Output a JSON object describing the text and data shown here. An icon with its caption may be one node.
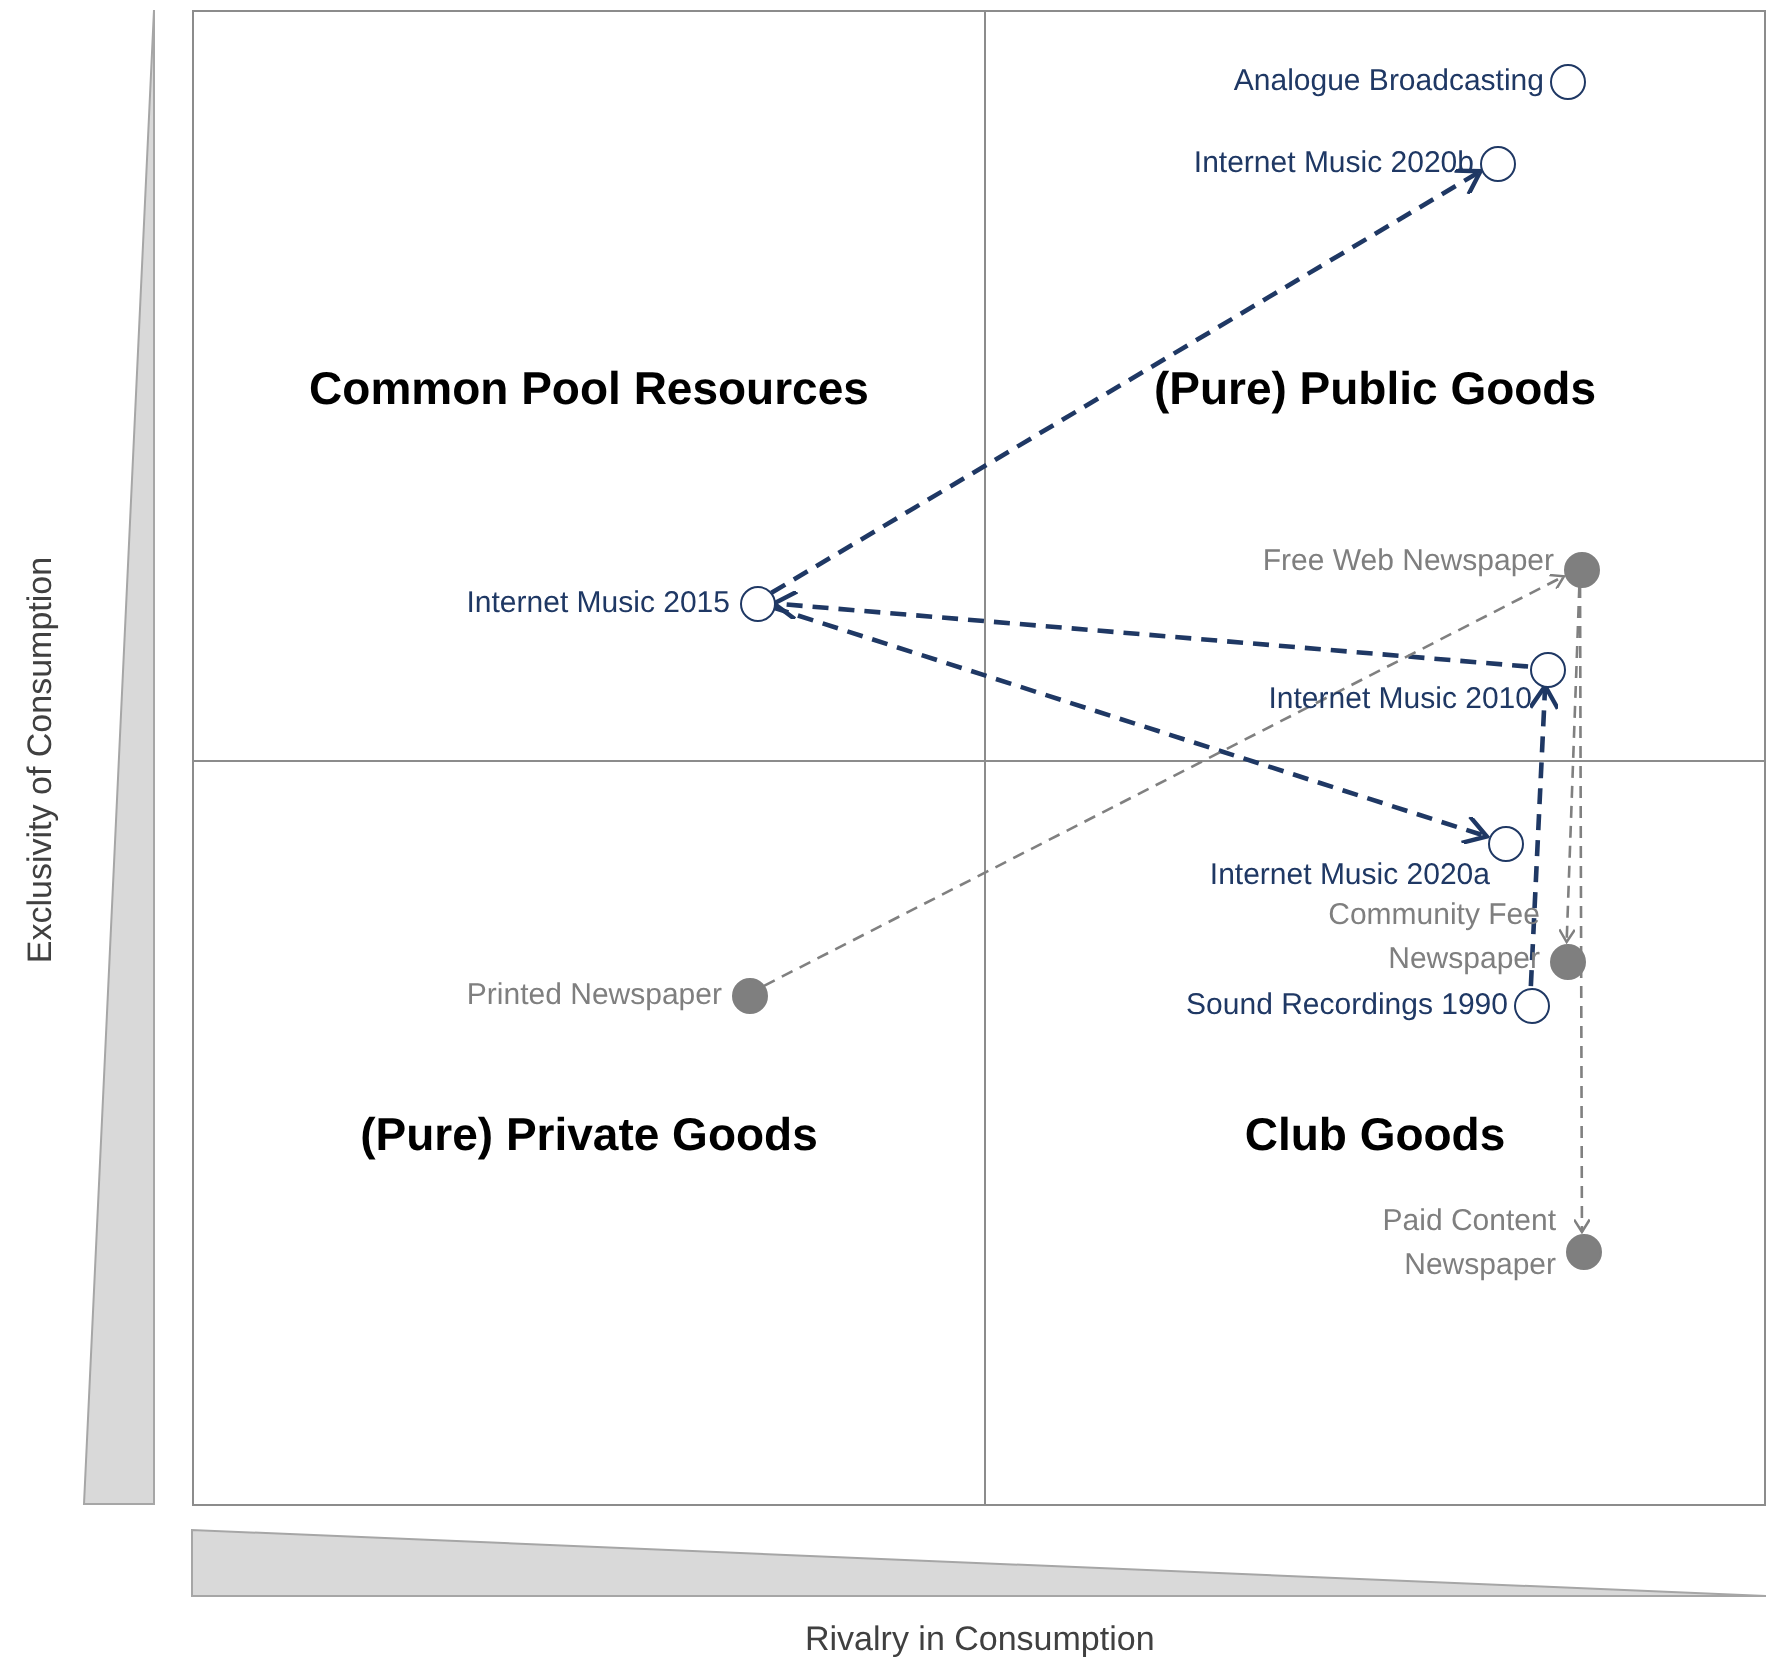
{
  "diagram": {
    "nodes": [
      {
        "text": [
          "Common Pool Resources"
        ]
      },
      {
        "text": [
          "(Pure) Public Goods"
        ]
      },
      {
        "text": [
          "(Pure) Private Goods"
        ]
      },
      {
        "text": [
          "Club Goods"
        ]
      },
      {
        "text": [],
        "shape": "circle",
        "beside": [
          "Analogue Broadcasting"
        ],
        "in": 1
      },
      {
        "text": [],
        "shape": "circle",
        "beside": [
          "Internet Music 2020b"
        ],
        "in": 1
      },
      {
        "text": [],
        "shape": "circle",
        "beside": [
          "Free Web Newspaper"
        ],
        "in": 1
      },
      {
        "text": [],
        "shape": "circle",
        "beside": [
          "Internet Music 2015"
        ],
        "in": 0
      },
      {
        "text": [],
        "shape": "circle",
        "beside": [
          "Internet Music 2010"
        ],
        "in": 1
      },
      {
        "text": [],
        "shape": "circle",
        "beside": [
          "Internet Music 2020a"
        ],
        "in": 3
      },
      {
        "text": [],
        "shape": "circle",
        "beside": [
          "Printed Newspaper"
        ],
        "in": 2
      },
      {
        "text": [],
        "shape": "circle",
        "beside": [
          "Community Fee Newspaper"
        ],
        "in": 3
      },
      {
        "text": [],
        "shape": "circle",
        "beside": [
          "Sound Recordings 1990"
        ],
        "in": 3
      },
      {
        "text": [],
        "shape": "circle",
        "beside": [
          "Paid Content Newspaper"
        ],
        "in": 3
      }
    ],
    "edges": [
      {
        "from": 12,
        "to": 8,
        "arrow": "to",
        "style": "dashed"
      },
      {
        "from": 8,
        "to": 7,
        "arrow": "to",
        "style": "dashed"
      },
      {
        "from": 7,
        "to": 9,
        "arrow": "to",
        "style": "dashed"
      },
      {
        "from": 7,
        "to": 5,
        "arrow": "to",
        "style": "dashed"
      },
      {
        "from": 10,
        "to": 6,
        "arrow": "to",
        "style": "dashed",
        "color": "#808080"
      },
      {
        "from": 6,
        "to": 11,
        "arrow": "to",
        "style": "dashed",
        "color": "#808080"
      },
      {
        "from": 6,
        "to": 13,
        "arrow": "to",
        "style": "dashed",
        "color": "#808080"
      }
    ],
    "labels": [
      "Exclusivity of Consumption",
      "Rivalry in Consumption"
    ]
  }
}
